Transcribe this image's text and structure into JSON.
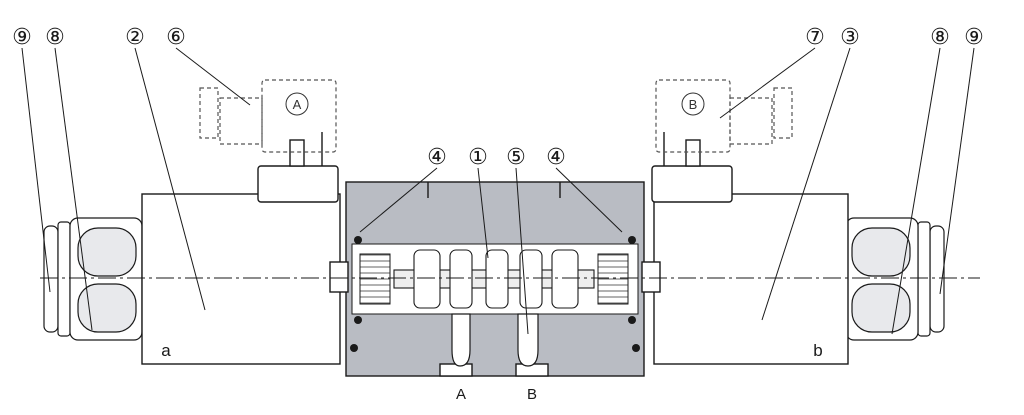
{
  "callouts": {
    "c9_left": "⑨",
    "c8_left": "⑧",
    "c2": "②",
    "c6": "⑥",
    "c4_left": "④",
    "c1": "①",
    "c5": "⑤",
    "c4_right": "④",
    "c7": "⑦",
    "c3": "③",
    "c8_right": "⑧",
    "c9_right": "⑨"
  },
  "connectors": {
    "left": "A",
    "right": "B"
  },
  "ports": {
    "a": "A",
    "b": "B"
  },
  "sides": {
    "left": "a",
    "right": "b"
  },
  "colors": {
    "line": "#1a1a1a",
    "body_fill": "#b9bcc3",
    "bore": "#ffffff",
    "connector_dash": "#555555"
  }
}
